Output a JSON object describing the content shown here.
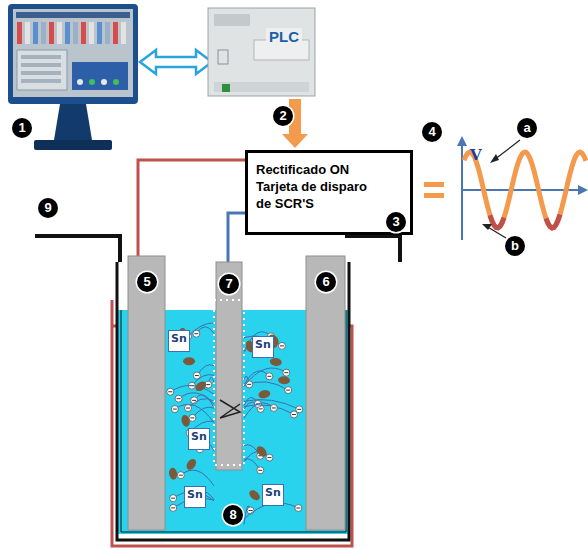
{
  "diagram": {
    "nodes": [
      {
        "text": [
          "PLC"
        ]
      },
      {
        "text": [
          "Rectificado ON Tarjeta de disparo de SCR'S"
        ]
      },
      {
        "text": [
          "Sn"
        ]
      },
      {
        "text": [
          "Sn"
        ]
      },
      {
        "text": [
          "Sn"
        ]
      },
      {
        "text": [
          "Sn"
        ]
      },
      {
        "text": [
          "Sn"
        ]
      }
    ],
    "edges": [
      {
        "from": 0,
        "to": 1,
        "arrow": "to"
      }
    ],
    "labels": [
      "1",
      "2",
      "3",
      "4",
      "a",
      "b",
      "V",
      "5",
      "6",
      "7",
      "9",
      "8"
    ]
  }
}
